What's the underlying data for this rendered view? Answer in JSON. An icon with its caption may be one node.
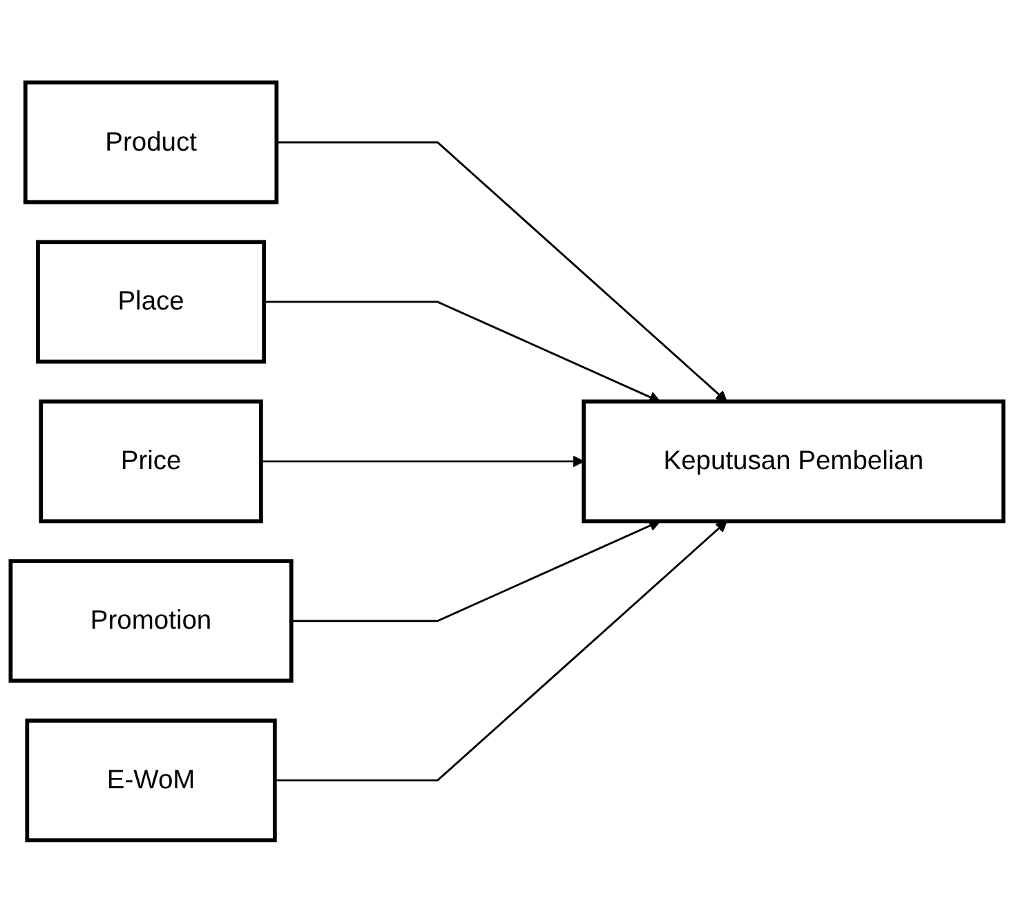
{
  "diagram": {
    "nodes": [
      {
        "text": [
          "Product"
        ]
      },
      {
        "text": [
          "Place"
        ]
      },
      {
        "text": [
          "Price"
        ]
      },
      {
        "text": [
          "Promotion"
        ]
      },
      {
        "text": [
          "E-WoM"
        ]
      },
      {
        "text": [
          "Keputusan Pembelian"
        ]
      }
    ],
    "edges": [
      {
        "from": 0,
        "to": 5,
        "arrow": "to"
      },
      {
        "from": 1,
        "to": 5,
        "arrow": "to"
      },
      {
        "from": 2,
        "to": 5,
        "arrow": "to"
      },
      {
        "from": 3,
        "to": 5,
        "arrow": "to"
      },
      {
        "from": 4,
        "to": 5,
        "arrow": "to"
      }
    ]
  }
}
